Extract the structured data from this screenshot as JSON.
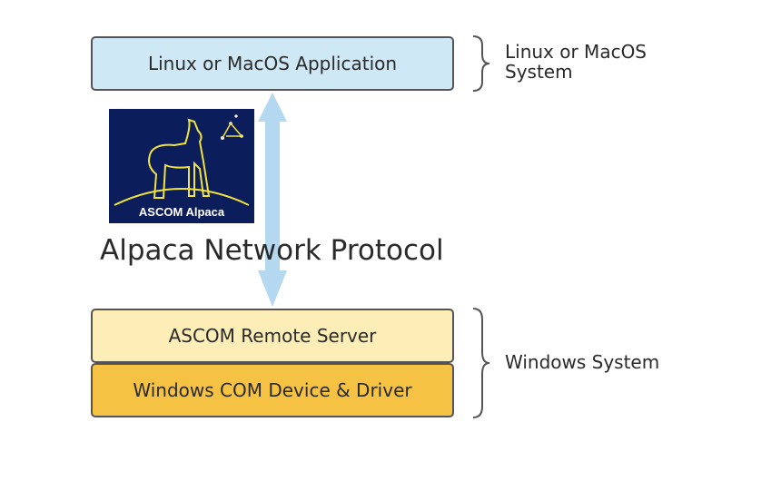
{
  "boxes": {
    "app": "Linux or MacOS Application",
    "remote_server": "ASCOM Remote Server",
    "driver": "Windows COM Device & Driver"
  },
  "side_labels": {
    "top": "Linux or MacOS System",
    "bottom": "Windows System"
  },
  "protocol_label": "Alpaca Network Protocol",
  "logo": {
    "text": "ASCOM Alpaca",
    "background": "#0c1d5c",
    "accent": "#f2e43a",
    "icon": "alpaca-logo-icon"
  },
  "colors": {
    "app_box": "#cfe8f6",
    "remote_box": "#fdeeb7",
    "driver_box": "#f6c244",
    "arrow": "#b4d8ef"
  }
}
